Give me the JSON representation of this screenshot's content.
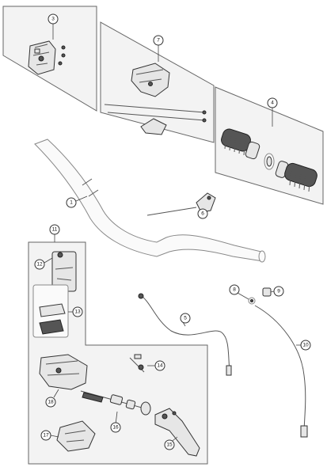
{
  "callouts": {
    "c3": "3",
    "c7": "7",
    "c4": "4",
    "c1": "1",
    "c6": "6",
    "c11": "11",
    "c12": "12",
    "c13": "13",
    "c5": "5",
    "c8": "8",
    "c9": "9",
    "c10": "10",
    "c14": "14",
    "c18": "18",
    "c16": "16",
    "c17": "17",
    "c15": "15"
  },
  "colors": {
    "line": "#555555",
    "panel": "#f3f3f3",
    "part": "#e6e6e6"
  }
}
